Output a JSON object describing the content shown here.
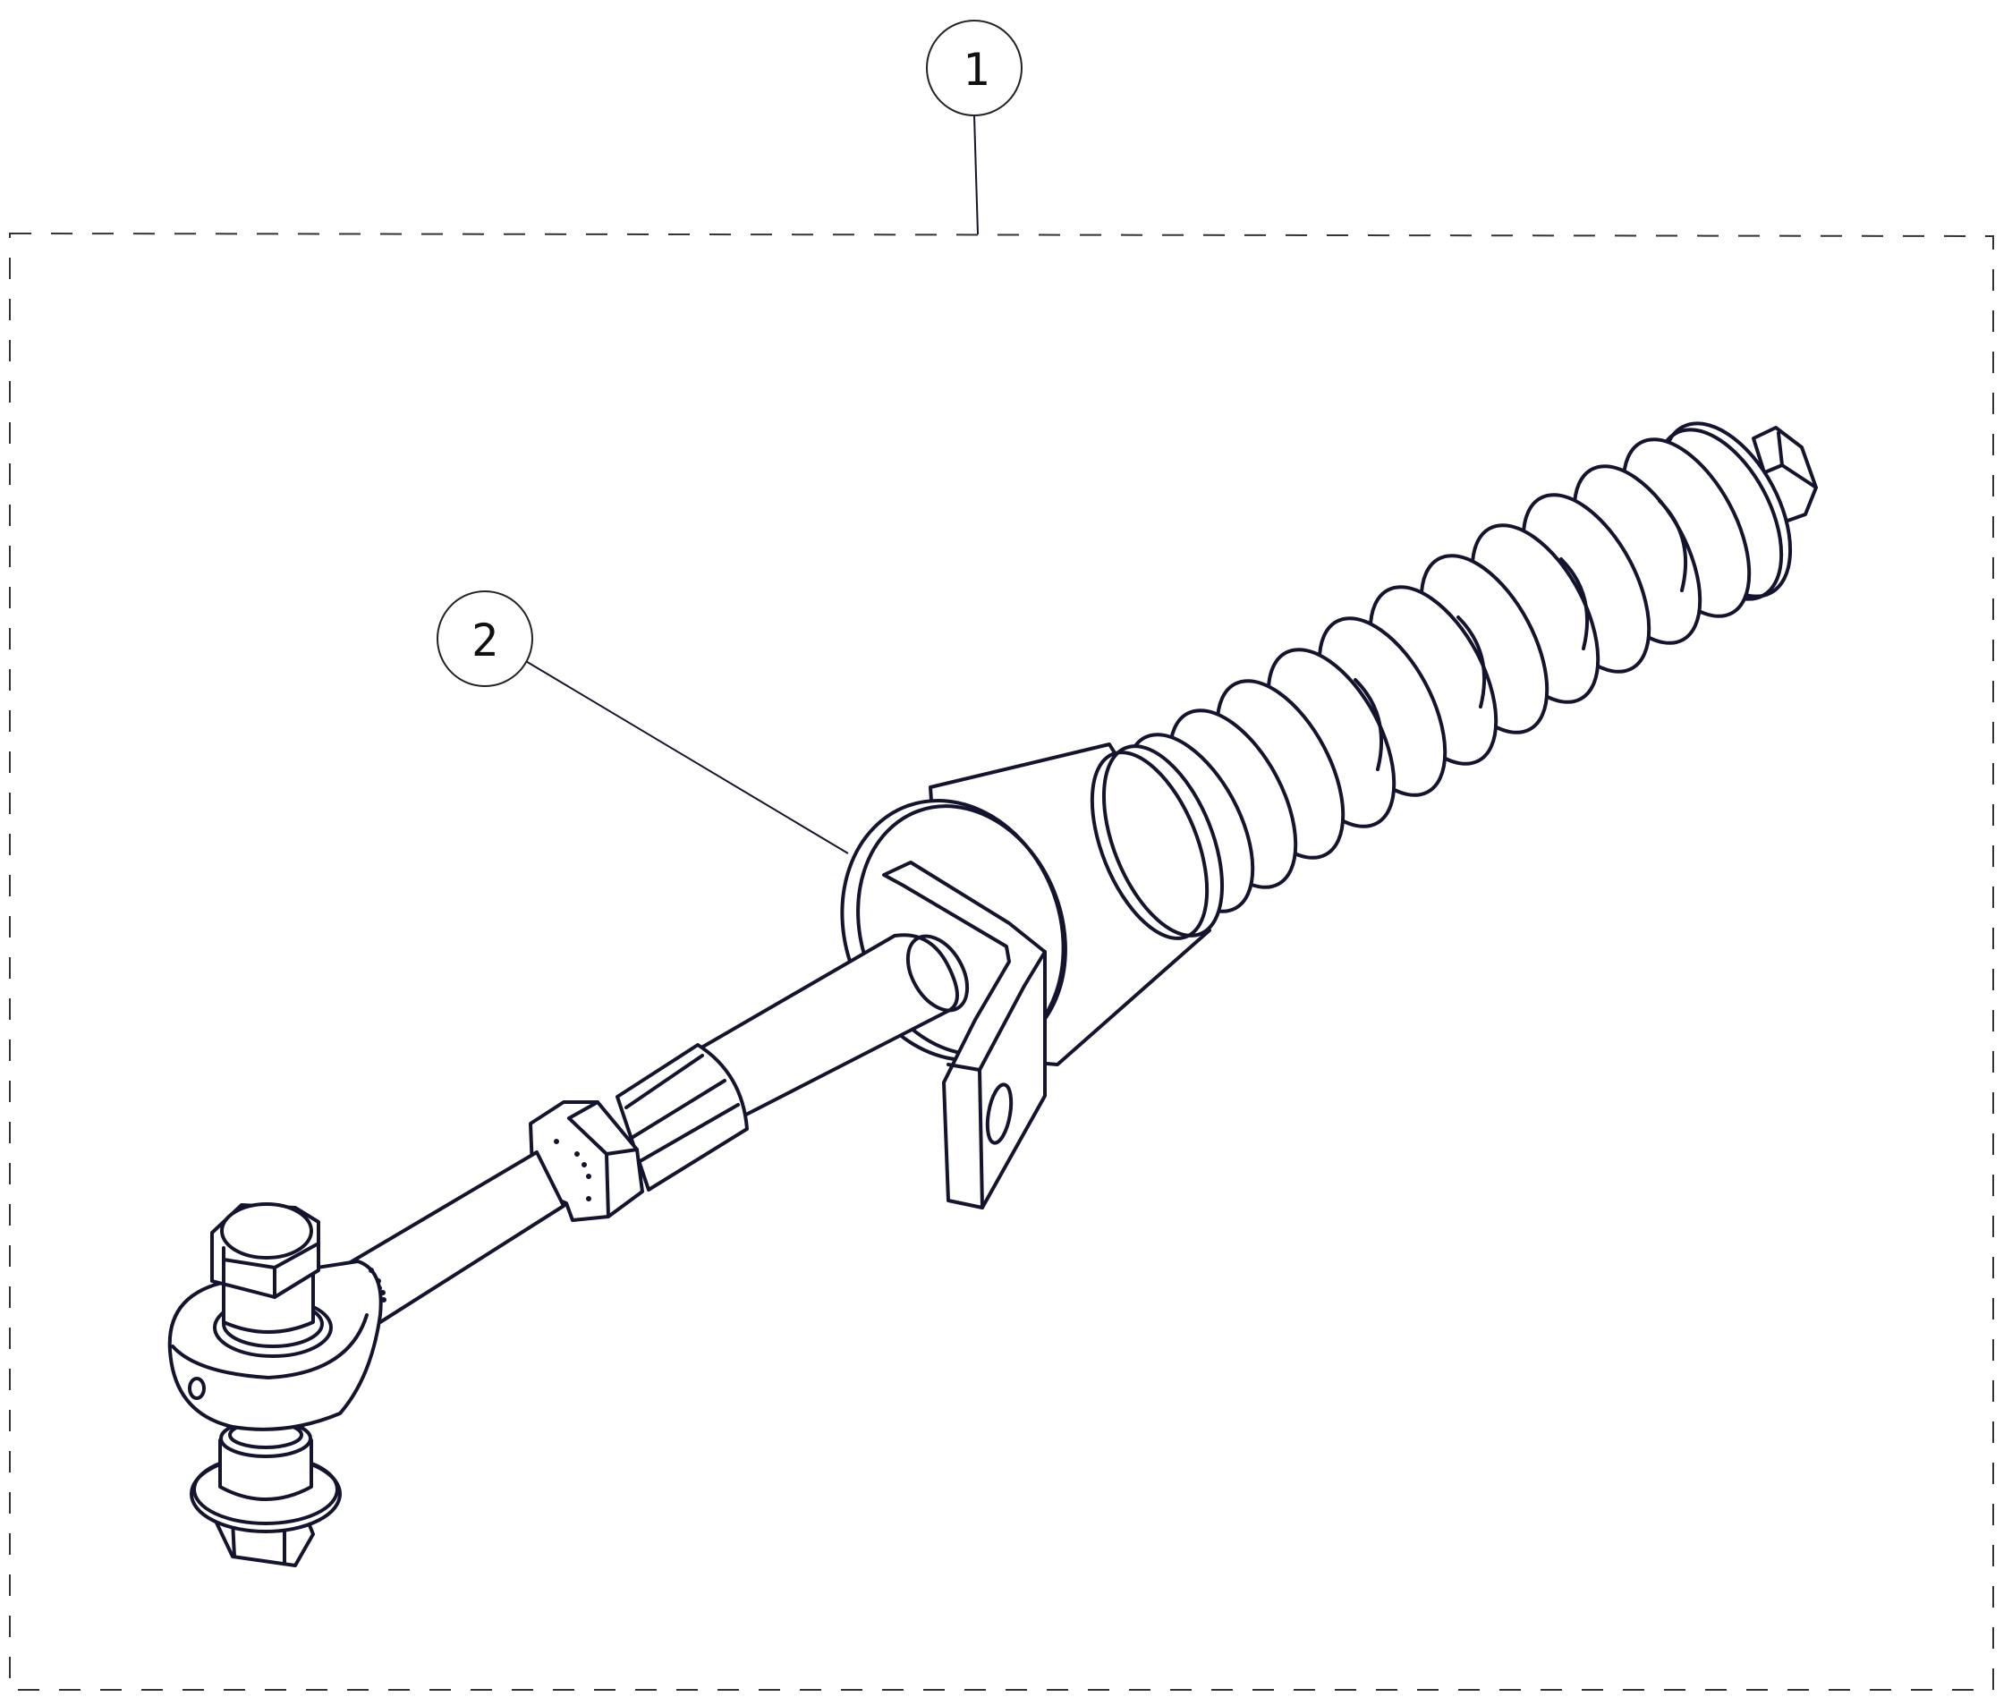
{
  "drawing": {
    "type": "exploded parts illustration",
    "subject": "coil-over shock absorber with rod end and mounting bolt",
    "line_color": "#14142e",
    "background_color": "#ffffff"
  },
  "callouts": [
    {
      "number": "1",
      "target": "assembly (dashed boundary box)"
    },
    {
      "number": "2",
      "target": "shock absorber mounting bracket / body"
    }
  ],
  "boundary": {
    "style": "dashed"
  }
}
